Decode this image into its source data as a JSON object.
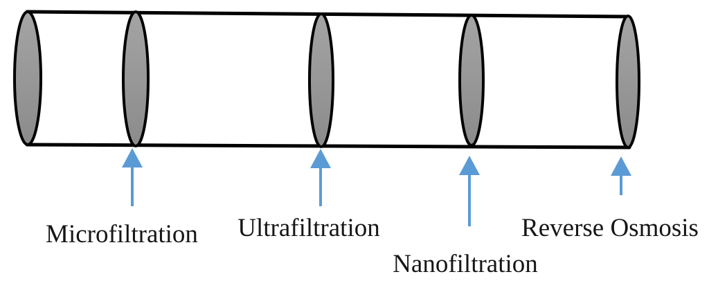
{
  "figure": {
    "stages": [
      {
        "label": "Microfiltration",
        "icon": "up-arrow"
      },
      {
        "label": "Ultrafiltration",
        "icon": "up-arrow"
      },
      {
        "label": "Nanofiltration",
        "icon": "up-arrow"
      },
      {
        "label": "Reverse Osmosis",
        "icon": "up-arrow"
      }
    ],
    "colors": {
      "arrow": "#5B9BD5",
      "outline": "#000000",
      "disc_fill_top": "#A4A4A4",
      "disc_fill_bottom": "#8B8B8B",
      "background": "#FFFFFF"
    }
  }
}
